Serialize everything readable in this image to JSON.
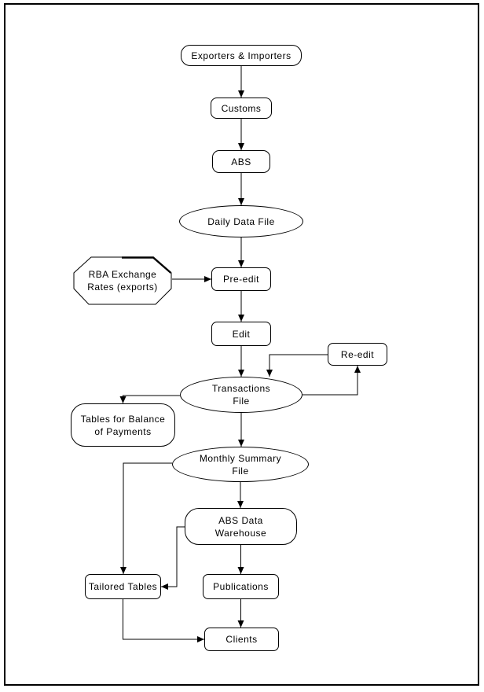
{
  "diagram": {
    "type": "flowchart",
    "colors": {
      "line": "#000000",
      "background": "#ffffff",
      "text": "#000000"
    },
    "nodes": {
      "exporters_importers": {
        "label": "Exporters & Importers",
        "shape": "rounded-rect"
      },
      "customs": {
        "label": "Customs",
        "shape": "rounded-rect"
      },
      "abs": {
        "label": "ABS",
        "shape": "rounded-rect"
      },
      "daily_data_file": {
        "label": "Daily Data File",
        "shape": "ellipse"
      },
      "rba_exchange_rates": {
        "label": "RBA Exchange\nRates (exports)",
        "shape": "octagon"
      },
      "pre_edit": {
        "label": "Pre-edit",
        "shape": "rounded-rect"
      },
      "edit": {
        "label": "Edit",
        "shape": "rounded-rect"
      },
      "re_edit": {
        "label": "Re-edit",
        "shape": "rounded-rect"
      },
      "transactions_file": {
        "label": "Transactions\nFile",
        "shape": "ellipse"
      },
      "tables_balance_payments": {
        "label": "Tables for Balance\nof Payments",
        "shape": "rounded-rect"
      },
      "monthly_summary_file": {
        "label": "Monthly Summary\nFile",
        "shape": "ellipse"
      },
      "abs_data_warehouse": {
        "label": "ABS Data\nWarehouse",
        "shape": "rounded-rect"
      },
      "tailored_tables": {
        "label": "Tailored Tables",
        "shape": "rounded-rect"
      },
      "publications": {
        "label": "Publications",
        "shape": "rounded-rect"
      },
      "clients": {
        "label": "Clients",
        "shape": "rounded-rect"
      }
    },
    "edges": [
      {
        "from": "exporters_importers",
        "to": "customs"
      },
      {
        "from": "customs",
        "to": "abs"
      },
      {
        "from": "abs",
        "to": "daily_data_file"
      },
      {
        "from": "daily_data_file",
        "to": "pre_edit"
      },
      {
        "from": "rba_exchange_rates",
        "to": "pre_edit"
      },
      {
        "from": "pre_edit",
        "to": "edit"
      },
      {
        "from": "edit",
        "to": "transactions_file"
      },
      {
        "from": "re_edit",
        "to": "transactions_file"
      },
      {
        "from": "transactions_file",
        "to": "re_edit"
      },
      {
        "from": "transactions_file",
        "to": "tables_balance_payments"
      },
      {
        "from": "transactions_file",
        "to": "monthly_summary_file"
      },
      {
        "from": "monthly_summary_file",
        "to": "abs_data_warehouse"
      },
      {
        "from": "monthly_summary_file",
        "to": "tailored_tables"
      },
      {
        "from": "abs_data_warehouse",
        "to": "tailored_tables"
      },
      {
        "from": "abs_data_warehouse",
        "to": "publications"
      },
      {
        "from": "publications",
        "to": "clients"
      },
      {
        "from": "tailored_tables",
        "to": "clients"
      }
    ]
  }
}
